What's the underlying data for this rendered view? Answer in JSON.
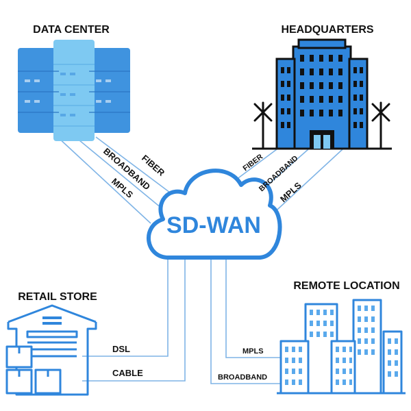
{
  "nodes": {
    "data_center": "DATA CENTER",
    "headquarters": "HEADQUARTERS",
    "retail_store": "RETAIL STORE",
    "remote_location": "REMOTE LOCATION",
    "hub": "SD-WAN"
  },
  "links": {
    "data_center": [
      "FIBER",
      "BROADBAND",
      "MPLS"
    ],
    "headquarters": [
      "FIBER",
      "BROADBAND",
      "MPLS"
    ],
    "retail_store": [
      "DSL",
      "CABLE"
    ],
    "remote_location": [
      "MPLS",
      "BROADBAND"
    ]
  },
  "colors": {
    "primary": "#2f86dc",
    "light": "#5aa9ec",
    "accent": "#7ec9f2",
    "line": "#7fb4e6",
    "dark": "#111111"
  }
}
